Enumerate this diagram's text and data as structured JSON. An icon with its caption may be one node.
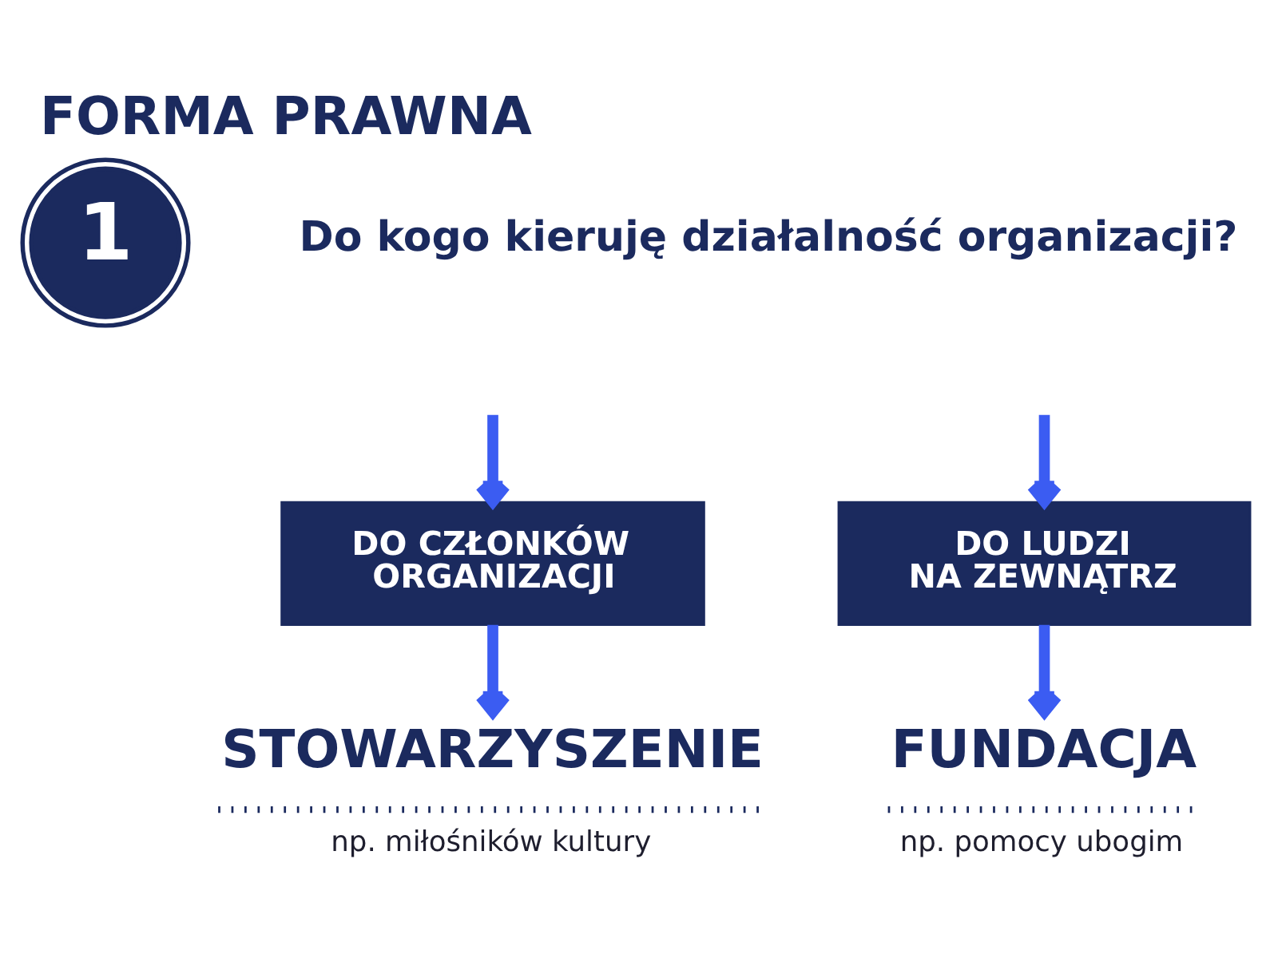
{
  "diagram": {
    "title": "FORMA PRAWNA",
    "nodes": [
      {
        "text": [
          "1"
        ]
      },
      {
        "text": [
          "DO CZŁONKÓW ORGANIZACJI"
        ]
      },
      {
        "text": [
          "DO LUDZI NA ZEWNĄTRZ"
        ]
      },
      {
        "text": [
          "STOWARZYSZENIE",
          "np. miłośników kultury"
        ]
      },
      {
        "text": [
          "FUNDACJA",
          "np. pomocy ubogim"
        ]
      }
    ],
    "edges": [
      {
        "from": null,
        "to": 1,
        "arrow": "to"
      },
      {
        "from": null,
        "to": 2,
        "arrow": "to"
      },
      {
        "from": 1,
        "to": 3,
        "arrow": "to"
      },
      {
        "from": 2,
        "to": 4,
        "arrow": "to"
      }
    ],
    "labels": [
      "Do kogo kieruję działalność organizacji?"
    ]
  }
}
